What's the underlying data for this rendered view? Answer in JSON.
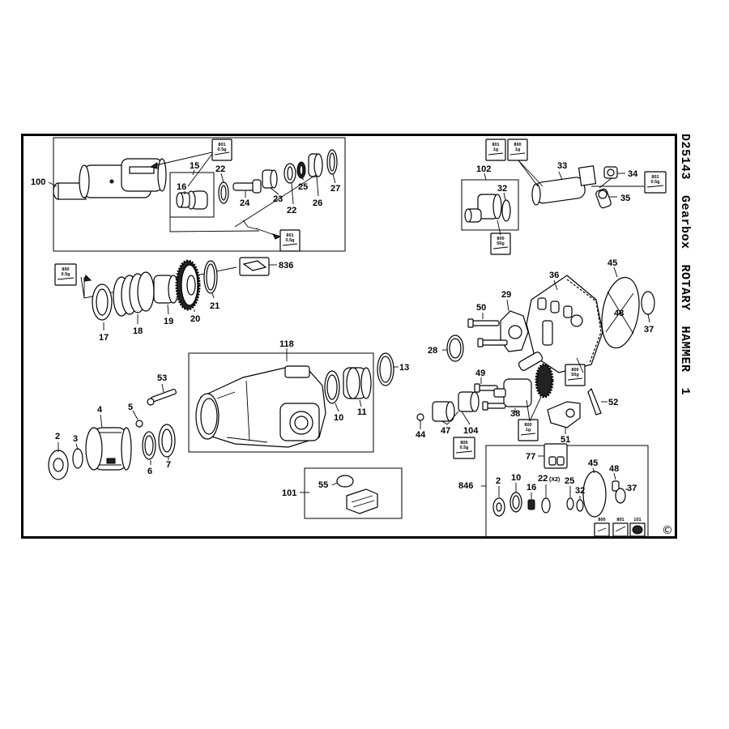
{
  "header": {
    "title": "D25143  Gearbox  ROTARY  HAMMER  1",
    "copyright_symbol": "©"
  },
  "part_labels": {
    "p100": "100",
    "p15": "15",
    "p16": "16",
    "p22": "22",
    "p24": "24",
    "p23": "23",
    "p22b": "22",
    "p25": "25",
    "p26": "26",
    "p27": "27",
    "p102": "102",
    "p32": "32",
    "p33": "33",
    "p34": "34",
    "p35": "35",
    "p836": "836",
    "p17": "17",
    "p18": "18",
    "p19": "19",
    "p20": "20",
    "p21": "21",
    "p36": "36",
    "p45": "45",
    "p48": "48",
    "p37": "37",
    "p29": "29",
    "p50": "50",
    "p28": "28",
    "p118": "118",
    "p13": "13",
    "p10": "10",
    "p11": "11",
    "p53": "53",
    "p4": "4",
    "p5": "5",
    "p2": "2",
    "p3": "3",
    "p6": "6",
    "p7": "7",
    "p49": "49",
    "p52": "52",
    "p44": "44",
    "p47": "47",
    "p104": "104",
    "p38": "38",
    "p51": "51",
    "p55": "55",
    "p101": "101",
    "p846": "846",
    "p77": "77",
    "k2": "2",
    "k10": "10",
    "k16": "16",
    "k22": "22",
    "k22x": "(X2)",
    "k25": "25",
    "k32": "32",
    "k45": "45",
    "k48": "48",
    "k37": "37"
  },
  "grease_tags": {
    "g1": {
      "code": "801",
      "amount": "0.5g"
    },
    "g2": {
      "code": "801",
      "amount": "0.5g"
    },
    "g3": {
      "code": "800",
      "amount": "0.5g"
    },
    "g4": {
      "code": "801",
      "amount": "1g"
    },
    "g5": {
      "code": "800",
      "amount": "1g"
    },
    "g6": {
      "code": "801",
      "amount": "0.5g"
    },
    "g7": {
      "code": "800",
      "amount": "50g"
    },
    "g8": {
      "code": "800",
      "amount": "50g"
    },
    "g9": {
      "code": "800",
      "amount": "1g"
    },
    "g10": {
      "code": "800",
      "amount": "0.5g"
    }
  },
  "kit_icons": {
    "k800": "800",
    "k801": "801",
    "k101": "101"
  }
}
